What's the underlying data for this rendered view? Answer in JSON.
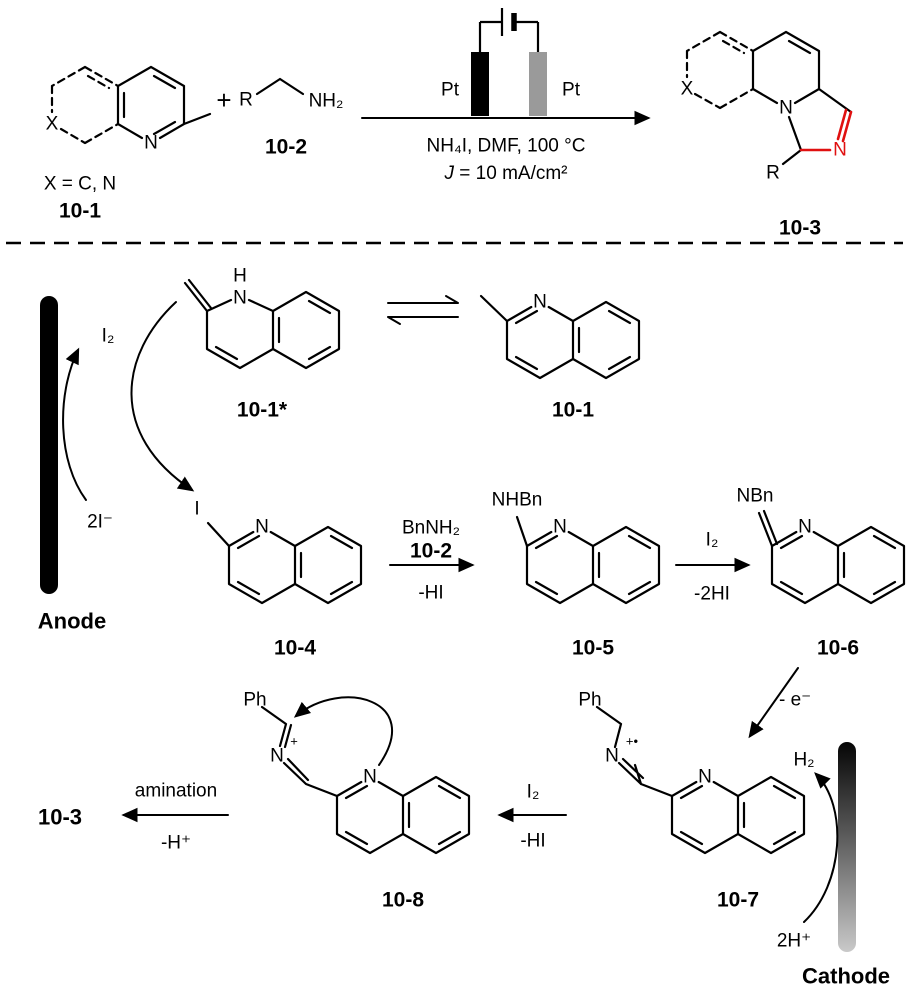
{
  "scheme": {
    "plus": "+",
    "reactant1": {
      "x": "X",
      "n": "N",
      "note": "X = C, N",
      "id": "10-1"
    },
    "reactant2": {
      "r": "R",
      "nh2": "NH₂",
      "id": "10-2"
    },
    "cell": {
      "pt_left": "Pt",
      "pt_right": "Pt"
    },
    "conditions": {
      "line1": "NH₄I, DMF, 100 °C",
      "j": "J",
      "j_rest": " = 10 mA/cm²"
    },
    "product": {
      "x": "X",
      "n_bridge": "N",
      "n_red": "N",
      "r": "R",
      "id": "10-3"
    }
  },
  "mechanism": {
    "anode_label": "Anode",
    "cathode_label": "Cathode",
    "i2": "I₂",
    "iodide": "2I⁻",
    "h2": "H₂",
    "protons": "2H⁺",
    "minus_e": "- e⁻",
    "final_product": "10-3",
    "s101star": {
      "h": "H",
      "n": "N",
      "id": "10-1*"
    },
    "s101": {
      "n": "N",
      "id": "10-1"
    },
    "s104": {
      "i": "I",
      "n": "N",
      "id": "10-4"
    },
    "s105": {
      "sub": "NHBn",
      "n": "N",
      "id": "10-5"
    },
    "s106": {
      "sub": "NBn",
      "n": "N",
      "id": "10-6"
    },
    "s107": {
      "ph": "Ph",
      "n_chain": "N",
      "charge": "+•",
      "n": "N",
      "id": "10-7"
    },
    "s108": {
      "ph": "Ph",
      "n_chain": "N",
      "charge": "+",
      "n": "N",
      "id": "10-8"
    },
    "arr45": {
      "top": "BnNH₂",
      "mid": "10-2",
      "bottom": "-HI"
    },
    "arr56": {
      "top": "I₂",
      "bottom": "-2HI"
    },
    "arr78": {
      "top": "I₂",
      "bottom": "-HI"
    },
    "arr83": {
      "top": "amination",
      "bottom": "-H⁺"
    }
  }
}
